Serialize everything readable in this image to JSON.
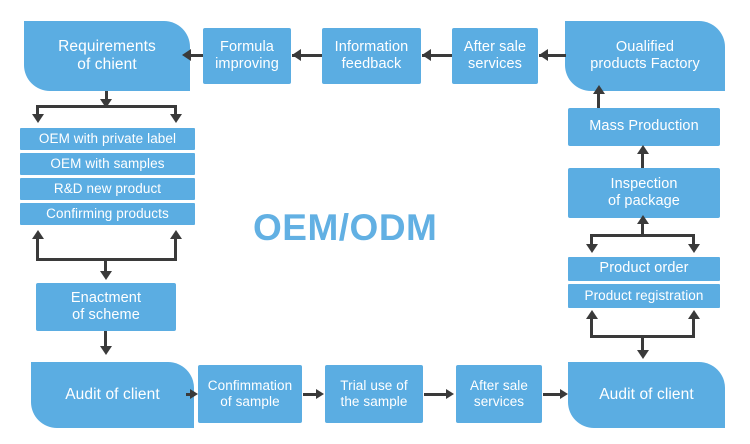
{
  "diagram": {
    "center_title": "OEM/ODM",
    "colors": {
      "node_fill": "#5bade2",
      "node_text": "#ffffff",
      "title_text": "#62b0e3",
      "connector": "#3a3a3a",
      "background": "#ffffff"
    },
    "top_row": [
      {
        "id": "requirements-of-chient",
        "label": "Requirements\nof chient"
      },
      {
        "id": "formula-improving",
        "label": "Formula\nimproving"
      },
      {
        "id": "information-feedback",
        "label": "Information\nfeedback"
      },
      {
        "id": "after-sale-services-top",
        "label": "After sale\nservices"
      },
      {
        "id": "oualified-products-factory",
        "label": "Oualified\nproducts Factory"
      }
    ],
    "left_list": [
      {
        "id": "oem-with-private-label",
        "label": "OEM with private label"
      },
      {
        "id": "oem-with-samples",
        "label": "OEM with samples"
      },
      {
        "id": "rd-new-product",
        "label": "R&D new product"
      },
      {
        "id": "confirming-products",
        "label": "Confirming products"
      }
    ],
    "left_column": [
      {
        "id": "enactment-of-scheme",
        "label": "Enactment\nof scheme"
      }
    ],
    "right_column": [
      {
        "id": "mass-production",
        "label": "Mass Production"
      },
      {
        "id": "inspection-of-package",
        "label": "Inspection\nof package"
      },
      {
        "id": "product-order",
        "label": "Product order"
      },
      {
        "id": "product-registration",
        "label": "Product registration"
      }
    ],
    "bottom_row": [
      {
        "id": "audit-of-client-left",
        "label": "Audit of client"
      },
      {
        "id": "confimmation-of-sample",
        "label": "Confimmation\nof sample"
      },
      {
        "id": "trial-use-of-the-sample",
        "label": "Trial use of\nthe sample"
      },
      {
        "id": "after-sale-services-bottom",
        "label": "After sale\nservices"
      },
      {
        "id": "audit-of-client-right",
        "label": "Audit of client"
      }
    ]
  }
}
